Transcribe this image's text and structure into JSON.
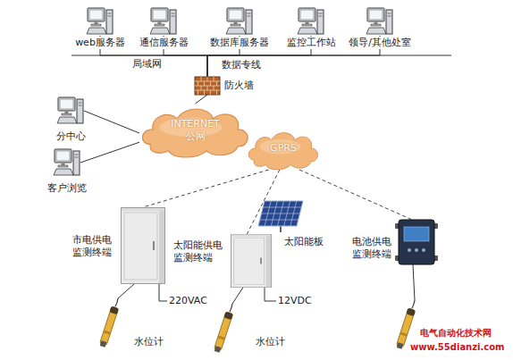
{
  "diagram": {
    "nodes": [
      {
        "text": [
          "web服务器"
        ]
      },
      {
        "text": [
          "通信服务器"
        ]
      },
      {
        "text": [
          "数据库服务器"
        ]
      },
      {
        "text": [
          "监控工作站"
        ]
      },
      {
        "text": [
          "领导/其他处室"
        ]
      },
      {
        "text": [
          "防火墙"
        ]
      },
      {
        "text": [
          "INTERNET 公网"
        ]
      },
      {
        "text": [
          "分中心"
        ]
      },
      {
        "text": [
          "客户浏览"
        ]
      },
      {
        "text": [
          "GPRS"
        ]
      },
      {
        "text": [
          "市电供电 监测终端"
        ]
      },
      {
        "text": [
          "太阳能供电 监测终端"
        ]
      },
      {
        "text": [
          "太阳能板"
        ]
      },
      {
        "text": [
          "电池供电 监测终端"
        ]
      },
      {
        "text": [
          "水位计"
        ]
      },
      {
        "text": [
          "水位计"
        ]
      }
    ],
    "edges": [
      {
        "from": 0,
        "to": 5,
        "arrow": "none"
      },
      {
        "from": 1,
        "to": 5,
        "arrow": "none"
      },
      {
        "from": 2,
        "to": 5,
        "arrow": "none"
      },
      {
        "from": 3,
        "to": 5,
        "arrow": "none"
      },
      {
        "from": 4,
        "to": 5,
        "arrow": "none"
      },
      {
        "from": 5,
        "to": 6,
        "arrow": "none"
      },
      {
        "from": 6,
        "to": 7,
        "arrow": "none"
      },
      {
        "from": 6,
        "to": 8,
        "arrow": "none"
      },
      {
        "from": 9,
        "to": 10,
        "arrow": "none"
      },
      {
        "from": 9,
        "to": 11,
        "arrow": "none"
      },
      {
        "from": 9,
        "to": 13,
        "arrow": "none"
      },
      {
        "from": 10,
        "to": 14,
        "arrow": "none"
      },
      {
        "from": 11,
        "to": 15,
        "arrow": "none"
      }
    ],
    "labels": [
      "局域网",
      "数据专线",
      "220VAC",
      "12VDC",
      "电气自动化技术网",
      "www.55dianzi.com"
    ]
  }
}
